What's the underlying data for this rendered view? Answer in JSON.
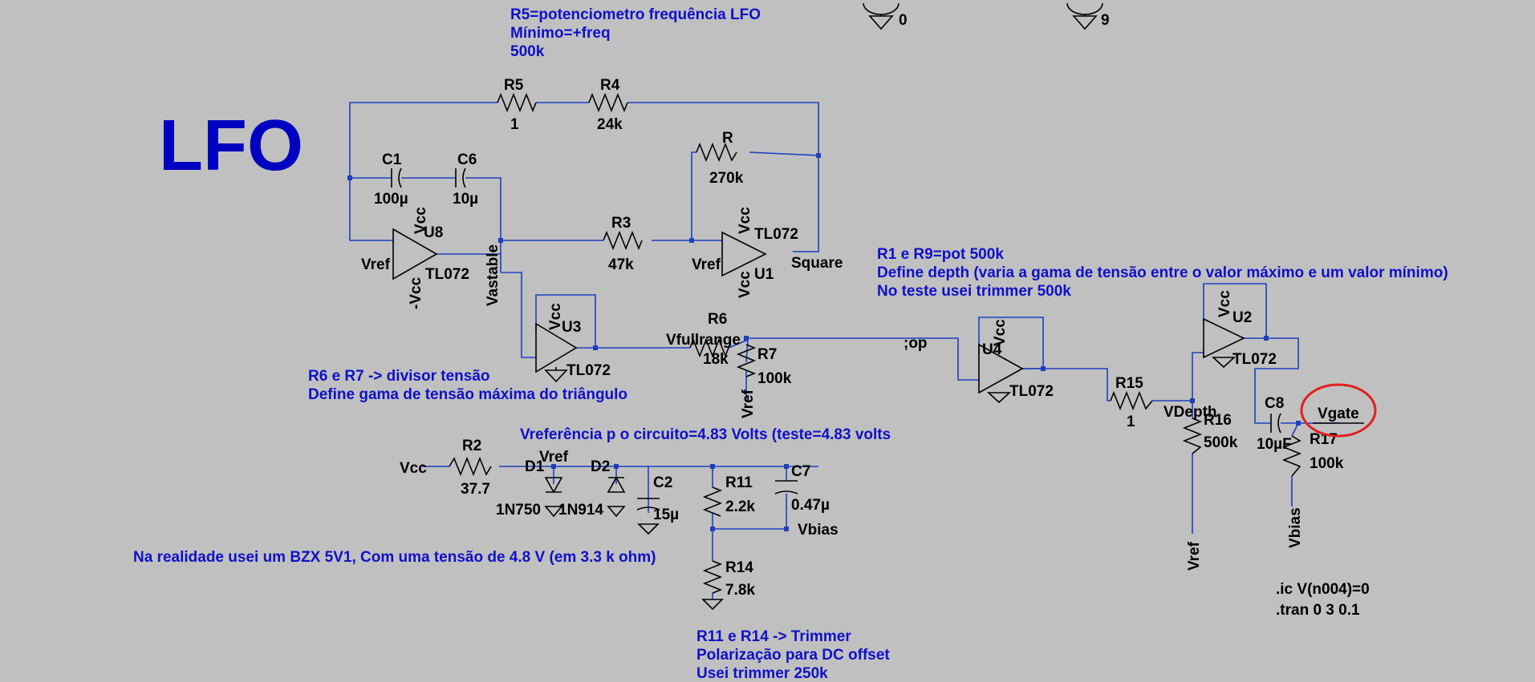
{
  "title": "LFO",
  "comments": {
    "r5_note": [
      "R5=potenciometro frequência LFO",
      "Mínimo=+freq",
      "500k"
    ],
    "r1_r9_note": [
      "R1 e R9=pot 500k",
      "Define depth (varia a gama de tensão entre o valor máximo e um valor mínimo)",
      "No teste usei trimmer 500k"
    ],
    "r6_r7_note": [
      "R6 e R7 -> divisor tensão",
      "Define gama de tensão máxima do triângulo"
    ],
    "vref_note": "Vreferência p o circuito=4.83 Volts (teste=4.83 volts",
    "zener_note": "Na realidade usei um BZX 5V1, Com uma tensão de 4.8 V (em 3.3 k ohm)",
    "trimmer_note": [
      "R11 e R14 -> Trimmer",
      "Polarização para DC offset",
      "Usei trimmer 250k"
    ],
    "spice": [
      ".ic V(n004)=0",
      ".tran 0 3 0.1"
    ]
  },
  "components": {
    "R5": {
      "name": "R5",
      "value": "1"
    },
    "R4": {
      "name": "R4",
      "value": "24k"
    },
    "R": {
      "name": "R",
      "value": "270k"
    },
    "C1": {
      "name": "C1",
      "value": "100µ"
    },
    "C6": {
      "name": "C6",
      "value": "10µ"
    },
    "R3": {
      "name": "R3",
      "value": "47k"
    },
    "U8": {
      "name": "U8",
      "model": "TL072"
    },
    "U1": {
      "name": "U1",
      "model": "TL072"
    },
    "U3": {
      "name": "U3",
      "model": "TL072"
    },
    "U4": {
      "name": "U4",
      "model": "TL072"
    },
    "U2": {
      "name": "U2",
      "model": "TL072"
    },
    "R6": {
      "name": "R6",
      "value": "18k"
    },
    "R7": {
      "name": "R7",
      "value": "100k"
    },
    "R15": {
      "name": "R15",
      "value": "1"
    },
    "R16": {
      "name": "R16",
      "value": "500k"
    },
    "C8": {
      "name": "C8",
      "value": "10µF"
    },
    "R17": {
      "name": "R17",
      "value": "100k"
    },
    "R2": {
      "name": "R2",
      "value": "37.7"
    },
    "D1": {
      "name": "D1",
      "value": "1N750"
    },
    "D2": {
      "name": "D2",
      "value": "1N914"
    },
    "C2": {
      "name": "C2",
      "value": "15µ"
    },
    "R11": {
      "name": "R11",
      "value": "2.2k"
    },
    "C7": {
      "name": "C7",
      "value": "0.47µ"
    },
    "R14": {
      "name": "R14",
      "value": "7.8k"
    }
  },
  "nets": {
    "vcc": "Vcc",
    "neg_vcc": "-Vcc",
    "vref": "Vref",
    "vastable": "Vastable",
    "square": "Square",
    "vfullrange": "Vfullrange",
    "op": ";op",
    "vdepth": "VDepth",
    "vgate": "Vgate",
    "vbias": "Vbias",
    "gnd0": "0",
    "gnd9": "9"
  },
  "colors": {
    "background": "#c0c0c0",
    "wire": "#1f3fbf",
    "comment": "#1010c8",
    "title": "#0000c0",
    "highlight": "#e02020"
  }
}
